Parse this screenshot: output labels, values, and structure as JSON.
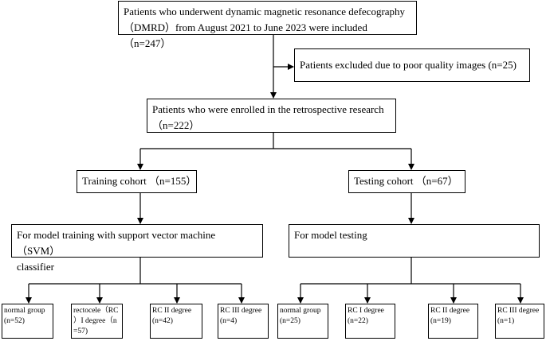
{
  "flow": {
    "included": "Patients who underwent dynamic magnetic resonance defecography\n（DMRD）from August 2021 to June 2023 were included （n=247）",
    "excluded": "Patients excluded due to poor quality images (n=25)",
    "enrolled": "Patients who were enrolled in the retrospective research\n（n=222）",
    "training_cohort": "Training cohort （n=155）",
    "testing_cohort": "Testing cohort （n=67）",
    "training_purpose": "For model training with support vector machine（SVM）\nclassifier",
    "testing_purpose": "For model testing",
    "training_groups": [
      "normal group\n(n=52)",
      "rectocele（RC\n）I degree（n\n=57)",
      "RC II degree\n(n=42)",
      "RC III degree\n(n=4)"
    ],
    "testing_groups": [
      "normal group\n(n=25)",
      "RC I degree\n(n=22)",
      "RC II degree\n(n=19)",
      "RC III degree\n(n=1)"
    ]
  }
}
